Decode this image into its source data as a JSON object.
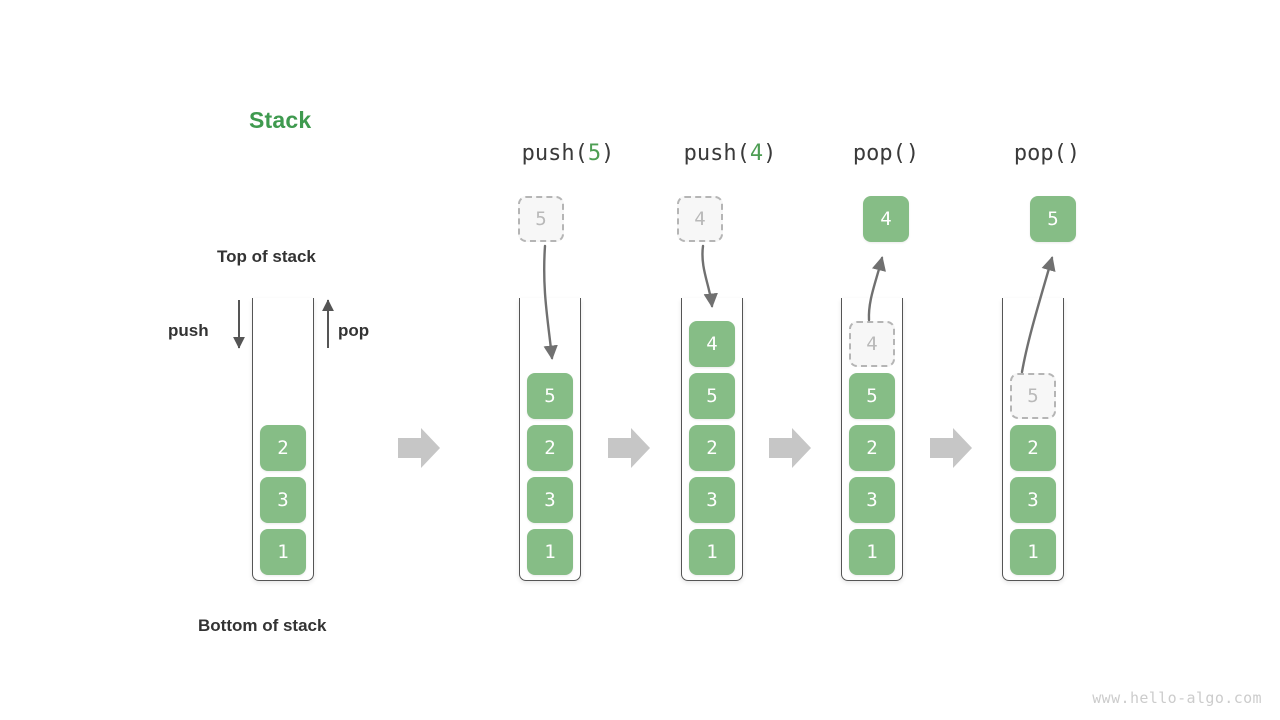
{
  "diagram": {
    "title": "Stack",
    "title_color": "#3f9a4f",
    "accent_color": "#86bd86",
    "ghost_color": "#b9b9b9",
    "arrow_color": "#707070",
    "flow_arrow_color": "#c6c6c6",
    "watermark": "www.hello-algo.com"
  },
  "labels": {
    "top_of_stack": "Top of stack",
    "bottom_of_stack": "Bottom of stack",
    "push": "push",
    "pop": "pop"
  },
  "columns": [
    {
      "id": "initial",
      "header": null,
      "header_prefix": null,
      "header_num": null,
      "header_suffix": null,
      "stack": [
        "2",
        "3",
        "1"
      ],
      "ghost_inside": null,
      "ghost_above": null,
      "floating_above": null
    },
    {
      "id": "push-5",
      "header_prefix": "push(",
      "header_num": "5",
      "header_suffix": ")",
      "stack": [
        "5",
        "2",
        "3",
        "1"
      ],
      "ghost_inside": null,
      "ghost_above": "5",
      "floating_above": null
    },
    {
      "id": "push-4",
      "header_prefix": "push(",
      "header_num": "4",
      "header_suffix": ")",
      "stack": [
        "4",
        "5",
        "2",
        "3",
        "1"
      ],
      "ghost_inside": null,
      "ghost_above": "4",
      "floating_above": null
    },
    {
      "id": "pop-1",
      "header_prefix": "pop(",
      "header_num": "",
      "header_suffix": ")",
      "stack": [
        "5",
        "2",
        "3",
        "1"
      ],
      "ghost_inside": "4",
      "ghost_above": null,
      "floating_above": "4"
    },
    {
      "id": "pop-2",
      "header_prefix": "pop(",
      "header_num": "",
      "header_suffix": ")",
      "stack": [
        "2",
        "3",
        "1"
      ],
      "ghost_inside": "5",
      "ghost_above": null,
      "floating_above": "5"
    }
  ]
}
